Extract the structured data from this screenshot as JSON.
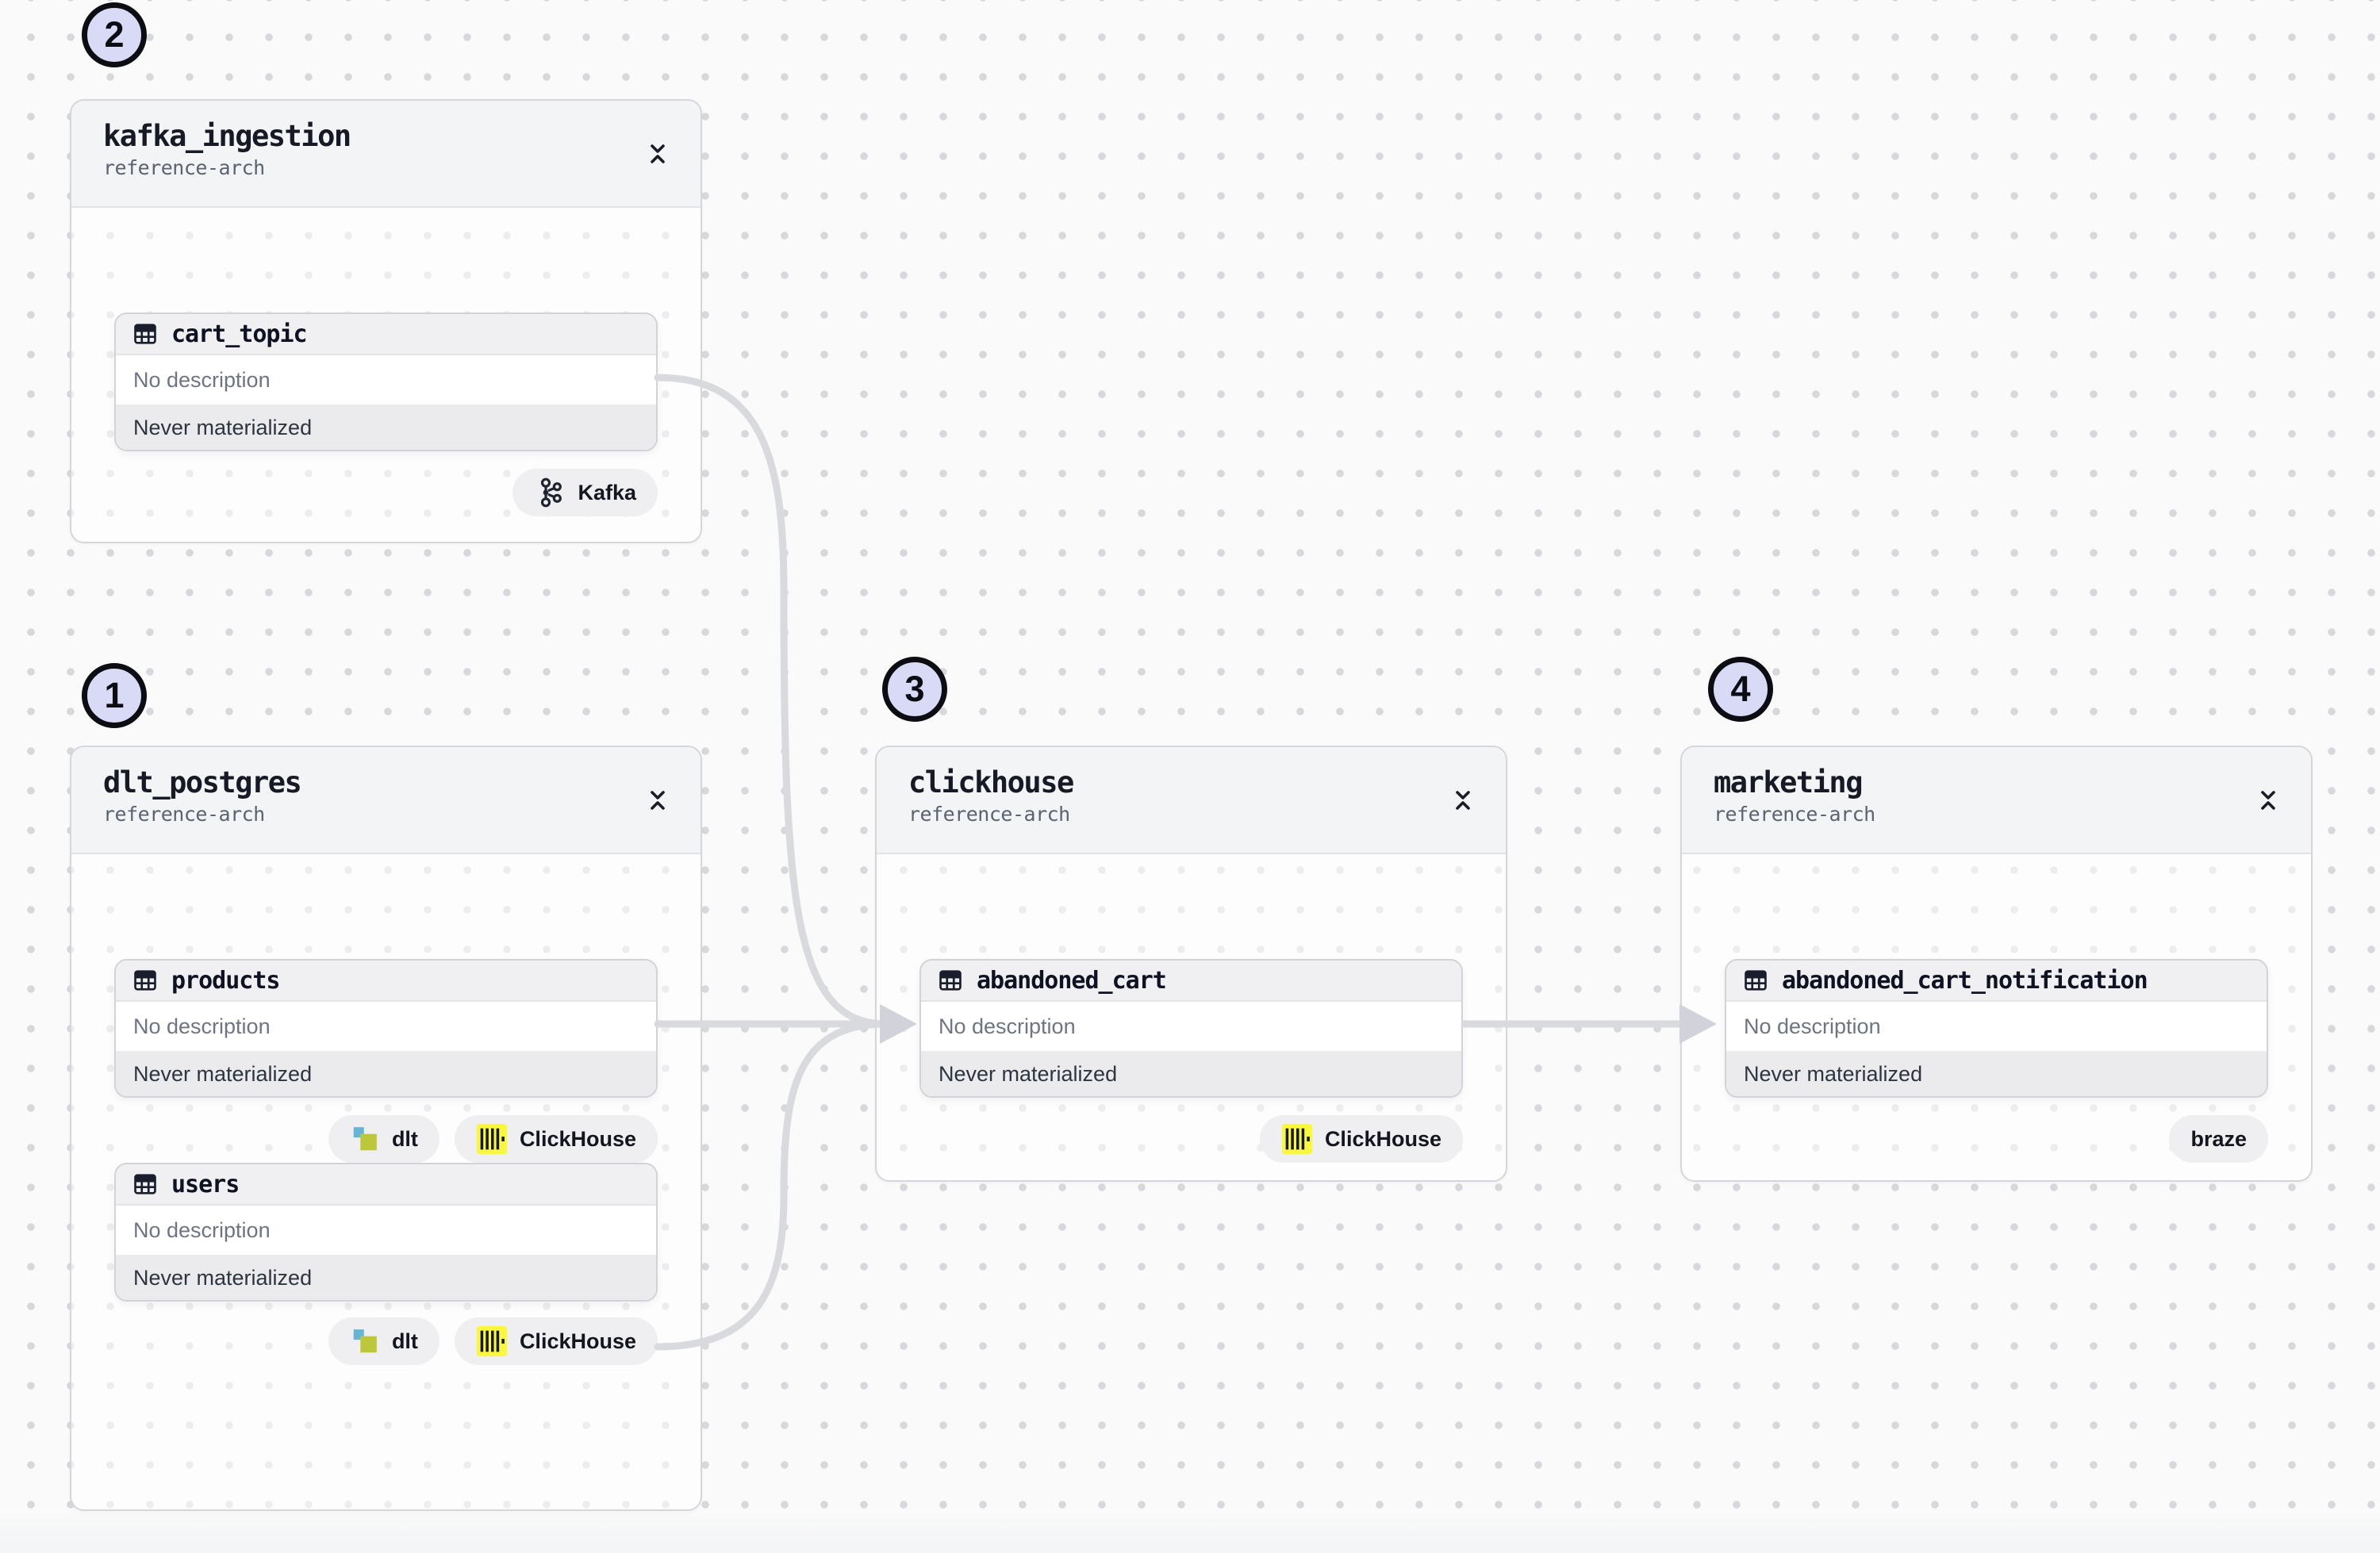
{
  "canvas": {
    "kind": "asset-lineage-graph",
    "background": "#fafafa",
    "dot_color": "#d7d8dc",
    "edge_color": "#d9dade",
    "marker_fill": "#d9daf6",
    "accents": {
      "clickhouse_yellow": "#faf73f",
      "dlt_blue": "#66b5d6",
      "dlt_green": "#bdc73c"
    }
  },
  "groups": [
    {
      "step": "1",
      "title": "dlt_postgres",
      "subtitle": "reference-arch",
      "assets": [
        {
          "name": "products",
          "description": "No description",
          "status": "Never materialized",
          "tags": [
            {
              "icon": "dlt-icon",
              "label": "dlt"
            },
            {
              "icon": "clickhouse-icon",
              "label": "ClickHouse"
            }
          ]
        },
        {
          "name": "users",
          "description": "No description",
          "status": "Never materialized",
          "tags": [
            {
              "icon": "dlt-icon",
              "label": "dlt"
            },
            {
              "icon": "clickhouse-icon",
              "label": "ClickHouse"
            }
          ]
        }
      ]
    },
    {
      "step": "2",
      "title": "kafka_ingestion",
      "subtitle": "reference-arch",
      "assets": [
        {
          "name": "cart_topic",
          "description": "No description",
          "status": "Never materialized",
          "tags": [
            {
              "icon": "kafka-icon",
              "label": "Kafka"
            }
          ]
        }
      ]
    },
    {
      "step": "3",
      "title": "clickhouse",
      "subtitle": "reference-arch",
      "assets": [
        {
          "name": "abandoned_cart",
          "description": "No description",
          "status": "Never materialized",
          "tags": [
            {
              "icon": "clickhouse-icon",
              "label": "ClickHouse"
            }
          ]
        }
      ]
    },
    {
      "step": "4",
      "title": "marketing",
      "subtitle": "reference-arch",
      "assets": [
        {
          "name": "abandoned_cart_notification",
          "description": "No description",
          "status": "Never materialized",
          "tags": [
            {
              "icon": "none",
              "label": "braze"
            }
          ]
        }
      ]
    }
  ],
  "edges": [
    {
      "from": "cart_topic",
      "to": "abandoned_cart"
    },
    {
      "from": "products",
      "to": "abandoned_cart"
    },
    {
      "from": "users",
      "to": "abandoned_cart"
    },
    {
      "from": "abandoned_cart",
      "to": "abandoned_cart_notification"
    }
  ]
}
